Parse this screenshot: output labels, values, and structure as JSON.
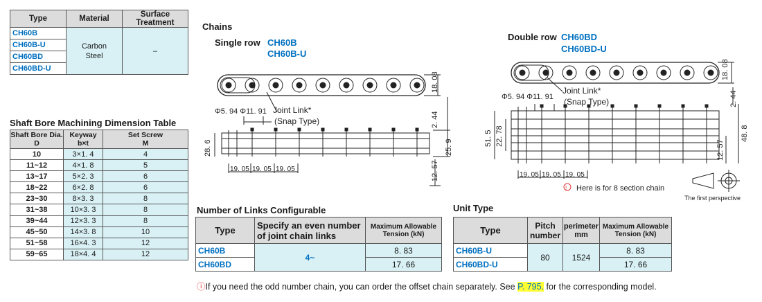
{
  "material_table": {
    "headers": [
      "Type",
      "Material",
      "Surface Treatment"
    ],
    "types": [
      "CH60B",
      "CH60B-U",
      "CH60BD",
      "CH60BD-U"
    ],
    "material": "Carbon Steel",
    "surface": "–"
  },
  "shaft_table": {
    "title": "Shaft Bore Machining Dimension Table",
    "headers": [
      {
        "l1": "Shaft Bore Dia.",
        "l2": "D"
      },
      {
        "l1": "Keyway",
        "l2": "b×t"
      },
      {
        "l1": "Set Screw",
        "l2": "M"
      }
    ],
    "rows": [
      {
        "d": "10",
        "k": "3×1. 4",
        "m": "4"
      },
      {
        "d": "11~12",
        "k": "4×1. 8",
        "m": "5"
      },
      {
        "d": "13~17",
        "k": "5×2. 3",
        "m": "6"
      },
      {
        "d": "18~22",
        "k": "6×2. 8",
        "m": "6"
      },
      {
        "d": "23~30",
        "k": "8×3. 3",
        "m": "8"
      },
      {
        "d": "31~38",
        "k": "10×3. 3",
        "m": "8"
      },
      {
        "d": "39~44",
        "k": "12×3. 3",
        "m": "8"
      },
      {
        "d": "45~50",
        "k": "14×3. 8",
        "m": "10"
      },
      {
        "d": "51~58",
        "k": "16×4. 3",
        "m": "12"
      },
      {
        "d": "59~65",
        "k": "18×4. 4",
        "m": "12"
      }
    ]
  },
  "chains": {
    "title": "Chains",
    "single": {
      "label": "Single row",
      "model1": "CH60B",
      "model2": "CH60B-U"
    },
    "double": {
      "label": "Double row",
      "model1": "CH60BD",
      "model2": "CH60BD-U"
    },
    "joint_link": "Joint Link*",
    "snap_type": "(Snap Type)",
    "pin_dims": "Φ5. 94 Φ11. 91",
    "pitch": "19. 05",
    "single_dims": {
      "h1": "18. 08",
      "h2": "2. 44",
      "w1": "28. 6",
      "w2": "25. 9",
      "w3": "12. 57"
    },
    "double_dims": {
      "h1": "18. 08",
      "h2": "2. 44",
      "w1": "51. 5",
      "w2": "22. 78",
      "w3": "12. 57",
      "w4": "48. 8"
    },
    "note_8section": "Here is for 8 section chain",
    "perspective": "The first perspective"
  },
  "links_table": {
    "title": "Number of Links Configurable",
    "headers": [
      "Type",
      "Specify an even number of joint chain links",
      "Maximum Allowable Tension (kN)"
    ],
    "even_value": "4~",
    "rows": [
      {
        "type": "CH60B",
        "tension": "8. 83"
      },
      {
        "type": "CH60BD",
        "tension": "17. 66"
      }
    ]
  },
  "unit_table": {
    "title": "Unit Type",
    "headers": [
      "Type",
      "Pitch number",
      "perimeter mm",
      "Maximum Allowable Tension (kN)"
    ],
    "pitch": "80",
    "perimeter": "1524",
    "rows": [
      {
        "type": "CH60B-U",
        "tension": "8. 83"
      },
      {
        "type": "CH60BD-U",
        "tension": "17. 66"
      }
    ]
  },
  "footnote": {
    "text": "If you need the odd number chain,  you can order the offset chain separately.  See",
    "link": "P. 795.",
    "tail": " for the corresponding model."
  }
}
